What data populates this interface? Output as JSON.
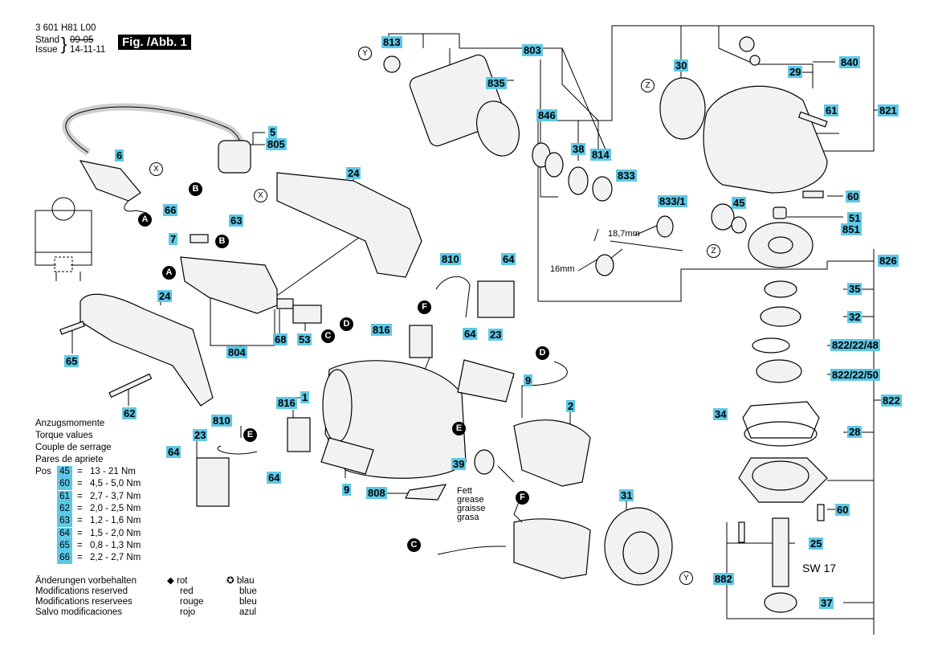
{
  "header": {
    "doc_number": "3 601 H81 L00",
    "stand_label": "Stand",
    "stand_date": "09-05",
    "issue_label": "Issue",
    "issue_date": "14-11-11",
    "fig_label": "Fig. /Abb. 1"
  },
  "part_labels": [
    "813",
    "803",
    "835",
    "30",
    "840",
    "29",
    "821",
    "61",
    "846",
    "38",
    "814",
    "833",
    "833/1",
    "45",
    "60",
    "51",
    "851",
    "826",
    "35",
    "32",
    "822/22/48",
    "822/22/50",
    "822",
    "34",
    "28",
    "60",
    "25",
    "37",
    "882",
    "5",
    "805",
    "6",
    "24",
    "66",
    "63",
    "7",
    "68",
    "53",
    "804",
    "24",
    "65",
    "62",
    "810",
    "64",
    "816",
    "64",
    "23",
    "9",
    "1",
    "2",
    "816",
    "810",
    "23",
    "64",
    "64",
    "9",
    "808",
    "39",
    "31"
  ],
  "connector_letters": [
    "X",
    "Y",
    "Z",
    "Z",
    "Y",
    "X",
    "B",
    "A",
    "B",
    "A",
    "C",
    "D",
    "F",
    "D",
    "E",
    "E",
    "F",
    "C"
  ],
  "annotations": {
    "dim_18_7": "18,7mm",
    "dim_16": "16mm",
    "sw": "SW 17",
    "grease": [
      "Fett",
      "grease",
      "graisse",
      "grasa"
    ]
  },
  "torque": {
    "title_lines": [
      "Anzugsmomente",
      "Torque values",
      "Couple de serrage",
      "Pares de apriete"
    ],
    "pos_label": "Pos",
    "rows": [
      {
        "pos": "45",
        "value": "13 - 21 Nm"
      },
      {
        "pos": "60",
        "value": "4,5 - 5,0 Nm"
      },
      {
        "pos": "61",
        "value": "2,7 - 3,7 Nm"
      },
      {
        "pos": "62",
        "value": "2,0 - 2,5 Nm"
      },
      {
        "pos": "63",
        "value": "1,2 - 1,6 Nm"
      },
      {
        "pos": "64",
        "value": "1,5 - 2,0 Nm"
      },
      {
        "pos": "65",
        "value": "0,8 - 1,3 Nm"
      },
      {
        "pos": "66",
        "value": "2,2 - 2,7 Nm"
      }
    ],
    "eq": "="
  },
  "legend": {
    "changes": [
      "Änderungen vorbehalten",
      "Modifications reserved",
      "Modifications reservees",
      "Salvo modificaciones"
    ],
    "red": [
      "rot",
      "red",
      "rouge",
      "rojo"
    ],
    "blue": [
      "blau",
      "blue",
      "bleu",
      "azul"
    ]
  },
  "colors": {
    "label_bg": "#5ec8e6",
    "ink": "#000000"
  }
}
